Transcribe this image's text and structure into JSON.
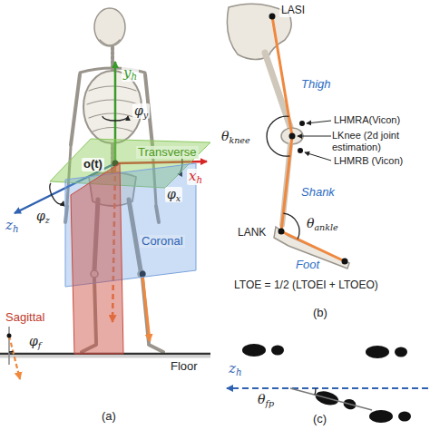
{
  "diagram": {
    "nodes": [
      {
        "text": [
          "Transverse"
        ]
      },
      {
        "text": [
          "Coronal"
        ]
      },
      {
        "text": [
          "Sagittal"
        ]
      }
    ],
    "labels": [
      "yh",
      "xh",
      "zh",
      "o(t)",
      "φy",
      "φx",
      "φz",
      "φf",
      "Floor",
      "(a)",
      "LASI",
      "Thigh",
      "θknee",
      "LHMRA(Vicon)",
      "LKnee (2d joint estimation)",
      "LHMRB (Vicon)",
      "Shank",
      "LANK",
      "θankle",
      "Foot",
      "LTOE = 1/2 (LTOEI + LTOEO)",
      "(b)",
      "zh",
      "θfp",
      "(c)"
    ]
  }
}
